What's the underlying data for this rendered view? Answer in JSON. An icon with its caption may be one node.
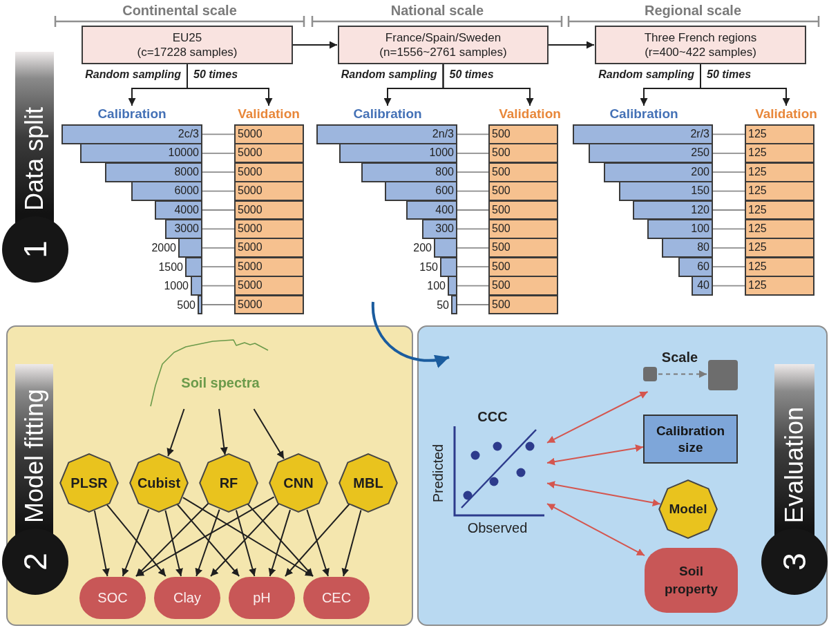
{
  "diagram": {
    "nodes": [
      {
        "text": [
          "EU25",
          "(c=17228 samples)"
        ]
      },
      {
        "text": [
          "France/Spain/Sweden",
          "(n=1556~2761 samples)"
        ]
      },
      {
        "text": [
          "Three French regions",
          "(r=400~422 samples)"
        ]
      },
      {
        "text": [
          "1",
          "Data split"
        ]
      },
      {
        "text": [
          "Calibration"
        ]
      },
      {
        "text": [
          "Validation"
        ]
      },
      {
        "text": [
          "2c/3"
        ]
      },
      {
        "text": [
          "5000"
        ]
      },
      {
        "text": [
          "10000"
        ]
      },
      {
        "text": [
          "5000"
        ]
      },
      {
        "text": [
          "8000"
        ]
      },
      {
        "text": [
          "5000"
        ]
      },
      {
        "text": [
          "6000"
        ]
      },
      {
        "text": [
          "5000"
        ]
      },
      {
        "text": [
          "4000"
        ]
      },
      {
        "text": [
          "5000"
        ]
      },
      {
        "text": [
          "3000"
        ]
      },
      {
        "text": [
          "5000"
        ]
      },
      {
        "text": [],
        "shape": "bar",
        "beside": [
          "2000"
        ]
      },
      {
        "text": [
          "5000"
        ]
      },
      {
        "text": [],
        "shape": "bar",
        "beside": [
          "1500"
        ]
      },
      {
        "text": [
          "5000"
        ]
      },
      {
        "text": [],
        "shape": "bar",
        "beside": [
          "1000"
        ]
      },
      {
        "text": [
          "5000"
        ]
      },
      {
        "text": [],
        "shape": "bar",
        "beside": [
          "500"
        ]
      },
      {
        "text": [
          "5000"
        ]
      },
      {
        "text": [
          "Calibration"
        ]
      },
      {
        "text": [
          "Validation"
        ]
      },
      {
        "text": [
          "2n/3"
        ]
      },
      {
        "text": [
          "500"
        ]
      },
      {
        "text": [
          "1000"
        ]
      },
      {
        "text": [
          "500"
        ]
      },
      {
        "text": [
          "800"
        ]
      },
      {
        "text": [
          "500"
        ]
      },
      {
        "text": [
          "600"
        ]
      },
      {
        "text": [
          "500"
        ]
      },
      {
        "text": [
          "400"
        ]
      },
      {
        "text": [
          "500"
        ]
      },
      {
        "text": [
          "300"
        ]
      },
      {
        "text": [
          "500"
        ]
      },
      {
        "text": [],
        "shape": "bar",
        "beside": [
          "200"
        ]
      },
      {
        "text": [
          "500"
        ]
      },
      {
        "text": [],
        "shape": "bar",
        "beside": [
          "150"
        ]
      },
      {
        "text": [
          "500"
        ]
      },
      {
        "text": [],
        "shape": "bar",
        "beside": [
          "100"
        ]
      },
      {
        "text": [
          "500"
        ]
      },
      {
        "text": [],
        "shape": "bar",
        "beside": [
          "50"
        ]
      },
      {
        "text": [
          "500"
        ]
      },
      {
        "text": [
          "Calibration"
        ]
      },
      {
        "text": [
          "Validation"
        ]
      },
      {
        "text": [
          "2r/3"
        ]
      },
      {
        "text": [
          "125"
        ]
      },
      {
        "text": [
          "250"
        ]
      },
      {
        "text": [
          "125"
        ]
      },
      {
        "text": [
          "200"
        ]
      },
      {
        "text": [
          "125"
        ]
      },
      {
        "text": [
          "150"
        ]
      },
      {
        "text": [
          "125"
        ]
      },
      {
        "text": [
          "120"
        ]
      },
      {
        "text": [
          "125"
        ]
      },
      {
        "text": [
          "100"
        ]
      },
      {
        "text": [
          "125"
        ]
      },
      {
        "text": [
          "80"
        ]
      },
      {
        "text": [
          "125"
        ]
      },
      {
        "text": [
          "60"
        ]
      },
      {
        "text": [
          "125"
        ]
      },
      {
        "text": [
          "40"
        ]
      },
      {
        "text": [
          "125"
        ]
      },
      {
        "text": [],
        "shape": "box"
      },
      {
        "text": [
          "2",
          "Model fitting"
        ],
        "in": 68
      },
      {
        "text": [
          "Soil spectra"
        ],
        "in": 68
      },
      {
        "text": [
          "PLSR"
        ],
        "in": 68
      },
      {
        "text": [
          "Cubist"
        ],
        "in": 68
      },
      {
        "text": [
          "RF"
        ],
        "in": 68
      },
      {
        "text": [
          "CNN"
        ],
        "in": 68
      },
      {
        "text": [
          "MBL"
        ],
        "in": 68
      },
      {
        "text": [
          "SOC"
        ],
        "in": 68
      },
      {
        "text": [
          "Clay"
        ],
        "in": 68
      },
      {
        "text": [
          "pH"
        ],
        "in": 68
      },
      {
        "text": [
          "CEC"
        ],
        "in": 68
      },
      {
        "text": [],
        "shape": "box"
      },
      {
        "text": [
          "Scale"
        ],
        "in": 80
      },
      {
        "text": [],
        "shape": "box",
        "in": 81
      },
      {
        "text": [],
        "shape": "box",
        "in": 81
      },
      {
        "text": [
          "CCC",
          "Predicted",
          "Observed"
        ],
        "in": 80
      },
      {
        "text": [
          "Calibration size"
        ],
        "in": 80
      },
      {
        "text": [
          "Model"
        ],
        "in": 80
      },
      {
        "text": [
          "Soil property"
        ],
        "in": 80
      },
      {
        "text": [
          "3",
          "Evaluation"
        ],
        "in": 80
      }
    ],
    "edges": [
      {
        "from": 0,
        "to": 1,
        "arrow": "to",
        "color": "#1f1f1f"
      },
      {
        "from": 1,
        "to": 2,
        "arrow": "to",
        "color": "#1f1f1f"
      },
      {
        "from": 0,
        "to": 4,
        "arrow": "to",
        "label": "Random sampling",
        "color": "#1f1f1f"
      },
      {
        "from": 0,
        "to": 5,
        "arrow": "to",
        "label": "50 times",
        "color": "#1f1f1f"
      },
      {
        "from": 1,
        "to": 26,
        "arrow": "to",
        "label": "Random sampling",
        "color": "#1f1f1f"
      },
      {
        "from": 1,
        "to": 27,
        "arrow": "to",
        "label": "50 times",
        "color": "#1f1f1f"
      },
      {
        "from": 2,
        "to": 48,
        "arrow": "to",
        "label": "Random sampling",
        "color": "#1f1f1f"
      },
      {
        "from": 2,
        "to": 49,
        "arrow": "to",
        "label": "50 times",
        "color": "#1f1f1f"
      },
      {
        "from": 6,
        "to": 7,
        "arrow": "none"
      },
      {
        "from": 8,
        "to": 9,
        "arrow": "none"
      },
      {
        "from": 10,
        "to": 11,
        "arrow": "none"
      },
      {
        "from": 12,
        "to": 13,
        "arrow": "none"
      },
      {
        "from": 14,
        "to": 15,
        "arrow": "none"
      },
      {
        "from": 16,
        "to": 17,
        "arrow": "none"
      },
      {
        "from": 18,
        "to": 19,
        "arrow": "none"
      },
      {
        "from": 20,
        "to": 21,
        "arrow": "none"
      },
      {
        "from": 22,
        "to": 23,
        "arrow": "none"
      },
      {
        "from": 24,
        "to": 25,
        "arrow": "none"
      },
      {
        "from": 28,
        "to": 29,
        "arrow": "none"
      },
      {
        "from": 30,
        "to": 31,
        "arrow": "none"
      },
      {
        "from": 32,
        "to": 33,
        "arrow": "none"
      },
      {
        "from": 34,
        "to": 35,
        "arrow": "none"
      },
      {
        "from": 36,
        "to": 37,
        "arrow": "none"
      },
      {
        "from": 38,
        "to": 39,
        "arrow": "none"
      },
      {
        "from": 40,
        "to": 41,
        "arrow": "none"
      },
      {
        "from": 42,
        "to": 43,
        "arrow": "none"
      },
      {
        "from": 44,
        "to": 45,
        "arrow": "none"
      },
      {
        "from": 46,
        "to": 47,
        "arrow": "none"
      },
      {
        "from": 50,
        "to": 51,
        "arrow": "none"
      },
      {
        "from": 52,
        "to": 53,
        "arrow": "none"
      },
      {
        "from": 54,
        "to": 55,
        "arrow": "none"
      },
      {
        "from": 56,
        "to": 57,
        "arrow": "none"
      },
      {
        "from": 58,
        "to": 59,
        "arrow": "none"
      },
      {
        "from": 60,
        "to": 61,
        "arrow": "none"
      },
      {
        "from": 62,
        "to": 63,
        "arrow": "none"
      },
      {
        "from": 64,
        "to": 65,
        "arrow": "none"
      },
      {
        "from": 66,
        "to": 67,
        "arrow": "none"
      },
      {
        "from": 70,
        "to": 72,
        "arrow": "to",
        "color": "#1f1f1f"
      },
      {
        "from": 70,
        "to": 73,
        "arrow": "to",
        "color": "#1f1f1f"
      },
      {
        "from": 70,
        "to": 74,
        "arrow": "to",
        "color": "#1f1f1f"
      },
      {
        "from": 71,
        "to": 76,
        "arrow": "to",
        "color": "#1f1f1f"
      },
      {
        "from": 71,
        "to": 77,
        "arrow": "to",
        "color": "#1f1f1f"
      },
      {
        "from": 72,
        "to": 76,
        "arrow": "to",
        "color": "#1f1f1f"
      },
      {
        "from": 72,
        "to": 77,
        "arrow": "to",
        "color": "#1f1f1f"
      },
      {
        "from": 72,
        "to": 78,
        "arrow": "to",
        "color": "#1f1f1f"
      },
      {
        "from": 72,
        "to": 79,
        "arrow": "to",
        "color": "#1f1f1f"
      },
      {
        "from": 73,
        "to": 76,
        "arrow": "to",
        "color": "#1f1f1f"
      },
      {
        "from": 73,
        "to": 77,
        "arrow": "to",
        "color": "#1f1f1f"
      },
      {
        "from": 73,
        "to": 78,
        "arrow": "to",
        "color": "#1f1f1f"
      },
      {
        "from": 73,
        "to": 79,
        "arrow": "to",
        "color": "#1f1f1f"
      },
      {
        "from": 74,
        "to": 76,
        "arrow": "to",
        "color": "#1f1f1f"
      },
      {
        "from": 74,
        "to": 77,
        "arrow": "to",
        "color": "#1f1f1f"
      },
      {
        "from": 74,
        "to": 78,
        "arrow": "to",
        "color": "#1f1f1f"
      },
      {
        "from": 74,
        "to": 79,
        "arrow": "to",
        "color": "#1f1f1f"
      },
      {
        "from": 75,
        "to": 78,
        "arrow": "to",
        "color": "#1f1f1f"
      },
      {
        "from": 75,
        "to": 79,
        "arrow": "to",
        "color": "#1f1f1f"
      },
      {
        "from": 82,
        "to": 83,
        "arrow": "to",
        "style": "dashed",
        "color": "#7a7a7a"
      },
      {
        "from": 84,
        "to": 81,
        "arrow": "both",
        "color": "#d4564f"
      },
      {
        "from": 84,
        "to": 85,
        "arrow": "both",
        "color": "#d4564f"
      },
      {
        "from": 84,
        "to": 86,
        "arrow": "both",
        "color": "#d4564f"
      },
      {
        "from": 84,
        "to": 87,
        "arrow": "both",
        "color": "#d4564f"
      },
      {
        "from": null,
        "to": 80,
        "arrow": "to",
        "style": "thick",
        "color": "#1b5c9e"
      }
    ],
    "labels": [
      "Continental scale",
      "National scale",
      "Regional scale"
    ]
  }
}
